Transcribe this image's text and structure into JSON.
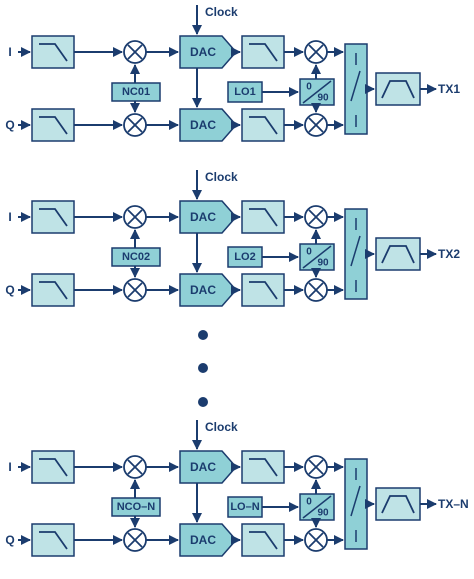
{
  "colors": {
    "stroke": "#1b3c6e",
    "block_fill": "#bfe3e6",
    "dac_fill": "#8fd0d6",
    "text": "#1b3c6e",
    "background": "#ffffff"
  },
  "channels": [
    {
      "clock_label": "Clock",
      "i_label": "I",
      "q_label": "Q",
      "dac_label": "DAC",
      "dac_label_q": "DAC",
      "nco_label": "NC01",
      "lo_label": "LO1",
      "phase_0": "0",
      "phase_90": "90",
      "output_label": "TX1"
    },
    {
      "clock_label": "Clock",
      "i_label": "I",
      "q_label": "Q",
      "dac_label": "DAC",
      "dac_label_q": "DAC",
      "nco_label": "NC02",
      "lo_label": "LO2",
      "phase_0": "0",
      "phase_90": "90",
      "output_label": "TX2"
    },
    {
      "clock_label": "Clock",
      "i_label": "I",
      "q_label": "Q",
      "dac_label": "DAC",
      "dac_label_q": "DAC",
      "nco_label": "NCO–N",
      "lo_label": "LO–N",
      "phase_0": "0",
      "phase_90": "90",
      "output_label": "TX–N"
    }
  ]
}
